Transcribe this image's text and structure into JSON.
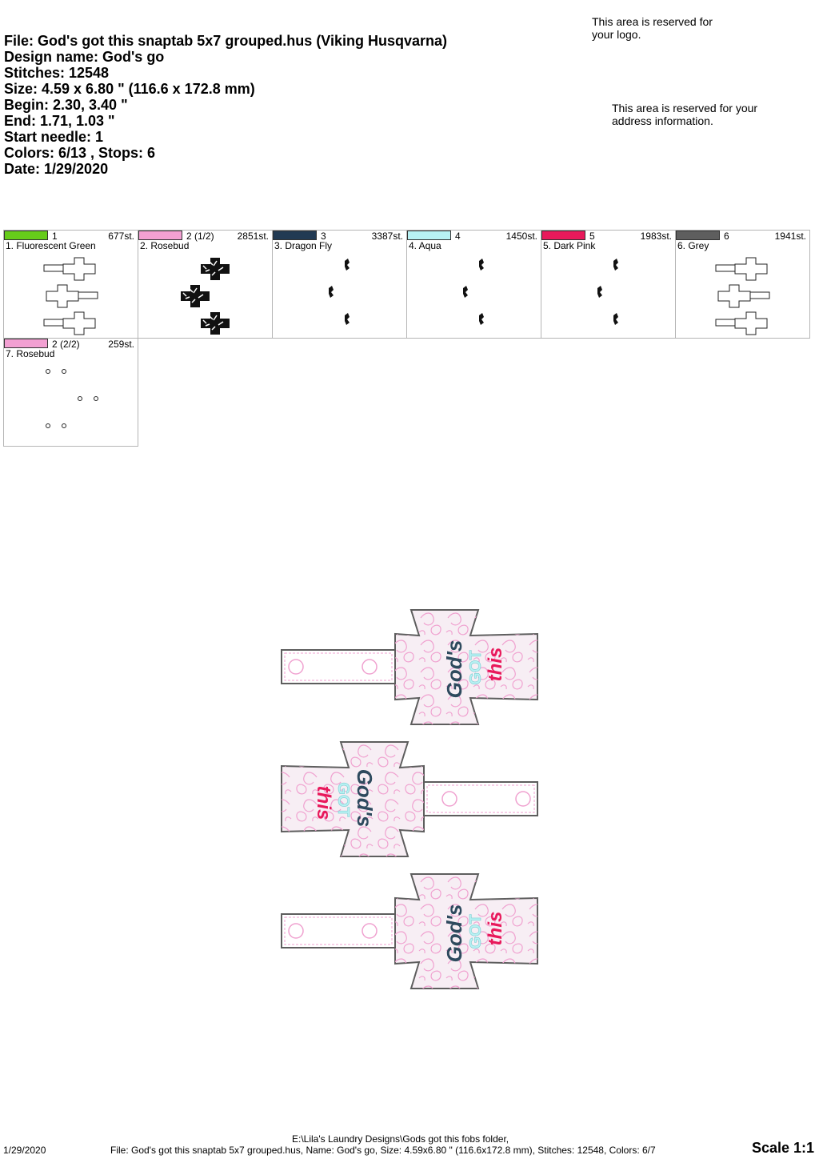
{
  "header": {
    "file_line": "File: God's got this snaptab 5x7 grouped.hus  (Viking Husqvarna)",
    "design_name": "Design name: God's go",
    "stitches": "Stitches: 12548",
    "size": "Size: 4.59 x 6.80 \" (116.6 x 172.8 mm)",
    "begin": "Begin: 2.30, 3.40 \"",
    "end": "End: 1.71, 1.03 \"",
    "start_needle": "Start needle: 1",
    "colors_stops": "Colors: 6/13 , Stops: 6",
    "date": "Date: 1/29/2020"
  },
  "reserved": {
    "logo": "This area is reserved for your logo.",
    "address": "This area is reserved for your address information."
  },
  "swatches": [
    {
      "num": "1",
      "stitches": "677st.",
      "name": "1. Fluorescent Green",
      "color": "#66cc1a",
      "preview": "outline"
    },
    {
      "num": "2 (1/2)",
      "stitches": "2851st.",
      "name": "2. Rosebud",
      "color": "#f2a0d2",
      "preview": "fill"
    },
    {
      "num": "3",
      "stitches": "3387st.",
      "name": "3. Dragon Fly",
      "color": "#223a53",
      "preview": "text"
    },
    {
      "num": "4",
      "stitches": "1450st.",
      "name": "4. Aqua",
      "color": "#b8f1f3",
      "preview": "text"
    },
    {
      "num": "5",
      "stitches": "1983st.",
      "name": "5. Dark Pink",
      "color": "#e8195b",
      "preview": "text"
    },
    {
      "num": "6",
      "stitches": "1941st.",
      "name": "6. Grey",
      "color": "#5e5e5e",
      "preview": "outline"
    },
    {
      "num": "2 (2/2)",
      "stitches": "259st.",
      "name": "7. Rosebud",
      "color": "#f2a0d2",
      "preview": "dots"
    }
  ],
  "design": {
    "word_gods": "God's",
    "word_got": "GOT",
    "word_this": "this",
    "colors": {
      "outline": "#5e5e5e",
      "fabric": "#f7eef4",
      "lace": "#f0a2d0",
      "gods": "#2e4a5e",
      "got": "#b8f1f3",
      "this": "#e8195b"
    }
  },
  "footer": {
    "path": "E:\\Lila's Laundry Designs\\Gods got this fobs folder,",
    "info": "File: God's got this snaptab 5x7 grouped.hus, Name: God's go, Size: 4.59x6.80 \" (116.6x172.8 mm), Stitches: 12548, Colors: 6/7",
    "date": "1/29/2020",
    "scale": "Scale 1:1"
  }
}
